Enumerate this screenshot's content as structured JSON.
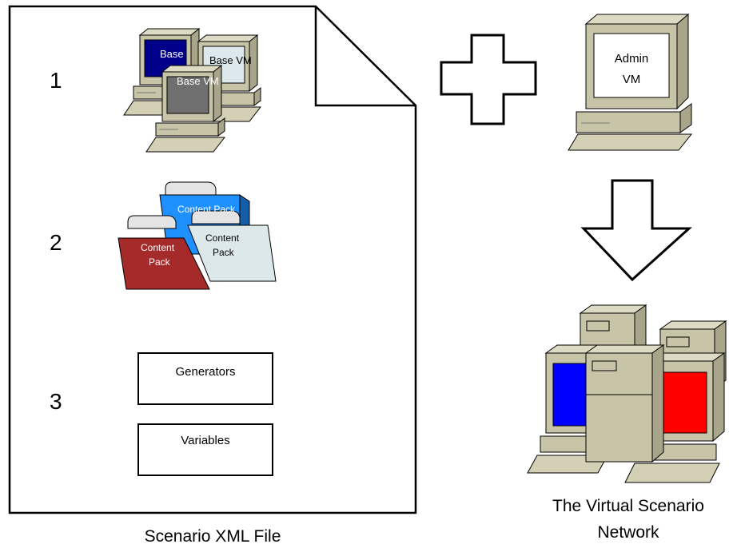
{
  "document": {
    "caption": "Scenario XML File",
    "step_numbers": [
      "1",
      "2",
      "3"
    ],
    "base_vms": [
      "Base",
      "Base VM",
      "Base VM"
    ],
    "content_packs": [
      "Content Pack",
      "Content Pack",
      "Content Pack"
    ],
    "boxes": [
      "Generators",
      "Variables"
    ]
  },
  "admin": {
    "line1": "Admin",
    "line2": "VM"
  },
  "network": {
    "caption_line1": "The Virtual Scenario",
    "caption_line2": "Network"
  },
  "colors": {
    "computer_body": "#c8c4a8",
    "screen_blue": "#00008b",
    "screen_grey": "#6f6f6f",
    "screen_light": "#dce8ec",
    "folder_red": "#a52a2a",
    "folder_blue": "#1e90ff",
    "folder_pale": "#dde8ea",
    "net_blue": "#0000ff",
    "net_red": "#ff0000"
  }
}
